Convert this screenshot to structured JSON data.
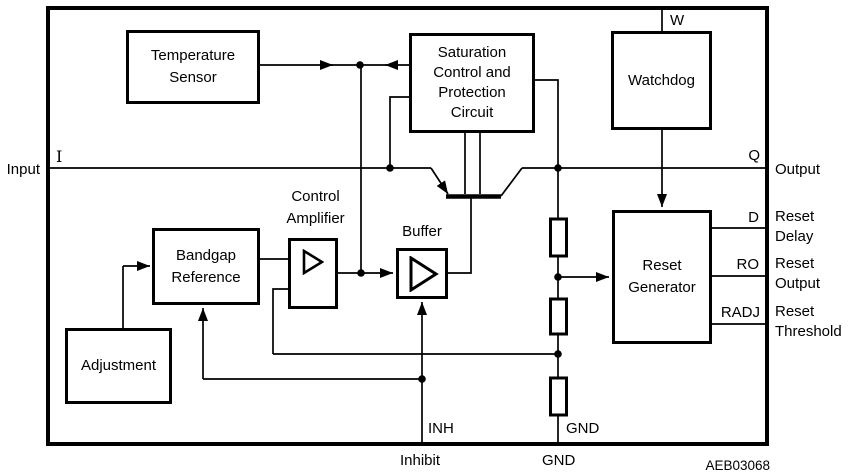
{
  "diagram": {
    "drawing_number": "AEB03068",
    "line_color": "#000000",
    "background_color": "#ffffff",
    "blocks": {
      "temperature_sensor": {
        "lines": [
          "Temperature",
          "Sensor"
        ]
      },
      "saturation": {
        "lines": [
          "Saturation",
          "Control and",
          "Protection",
          "Circuit"
        ]
      },
      "watchdog": {
        "lines": [
          "Watchdog"
        ]
      },
      "bandgap": {
        "lines": [
          "Bandgap",
          "Reference"
        ]
      },
      "control_amplifier": {
        "lines": [
          "Control",
          "Amplifier"
        ]
      },
      "buffer": {
        "lines": [
          "Buffer"
        ]
      },
      "adjustment": {
        "lines": [
          "Adjustment"
        ]
      },
      "reset_generator": {
        "lines": [
          "Reset",
          "Generator"
        ]
      }
    },
    "pins": {
      "input": {
        "designator": "I",
        "label": "Input"
      },
      "output": {
        "designator": "Q",
        "label": "Output"
      },
      "watchdog_input": {
        "designator": "W"
      },
      "reset_delay": {
        "designator": "D",
        "label_lines": [
          "Reset",
          "Delay"
        ]
      },
      "reset_output": {
        "designator": "RO",
        "label_lines": [
          "Reset",
          "Output"
        ]
      },
      "reset_threshold": {
        "designator": "RADJ",
        "label_lines": [
          "Reset",
          "Threshold"
        ]
      },
      "inhibit": {
        "designator": "INH",
        "label": "Inhibit"
      },
      "ground": {
        "designator": "GND",
        "label": "GND"
      }
    }
  }
}
